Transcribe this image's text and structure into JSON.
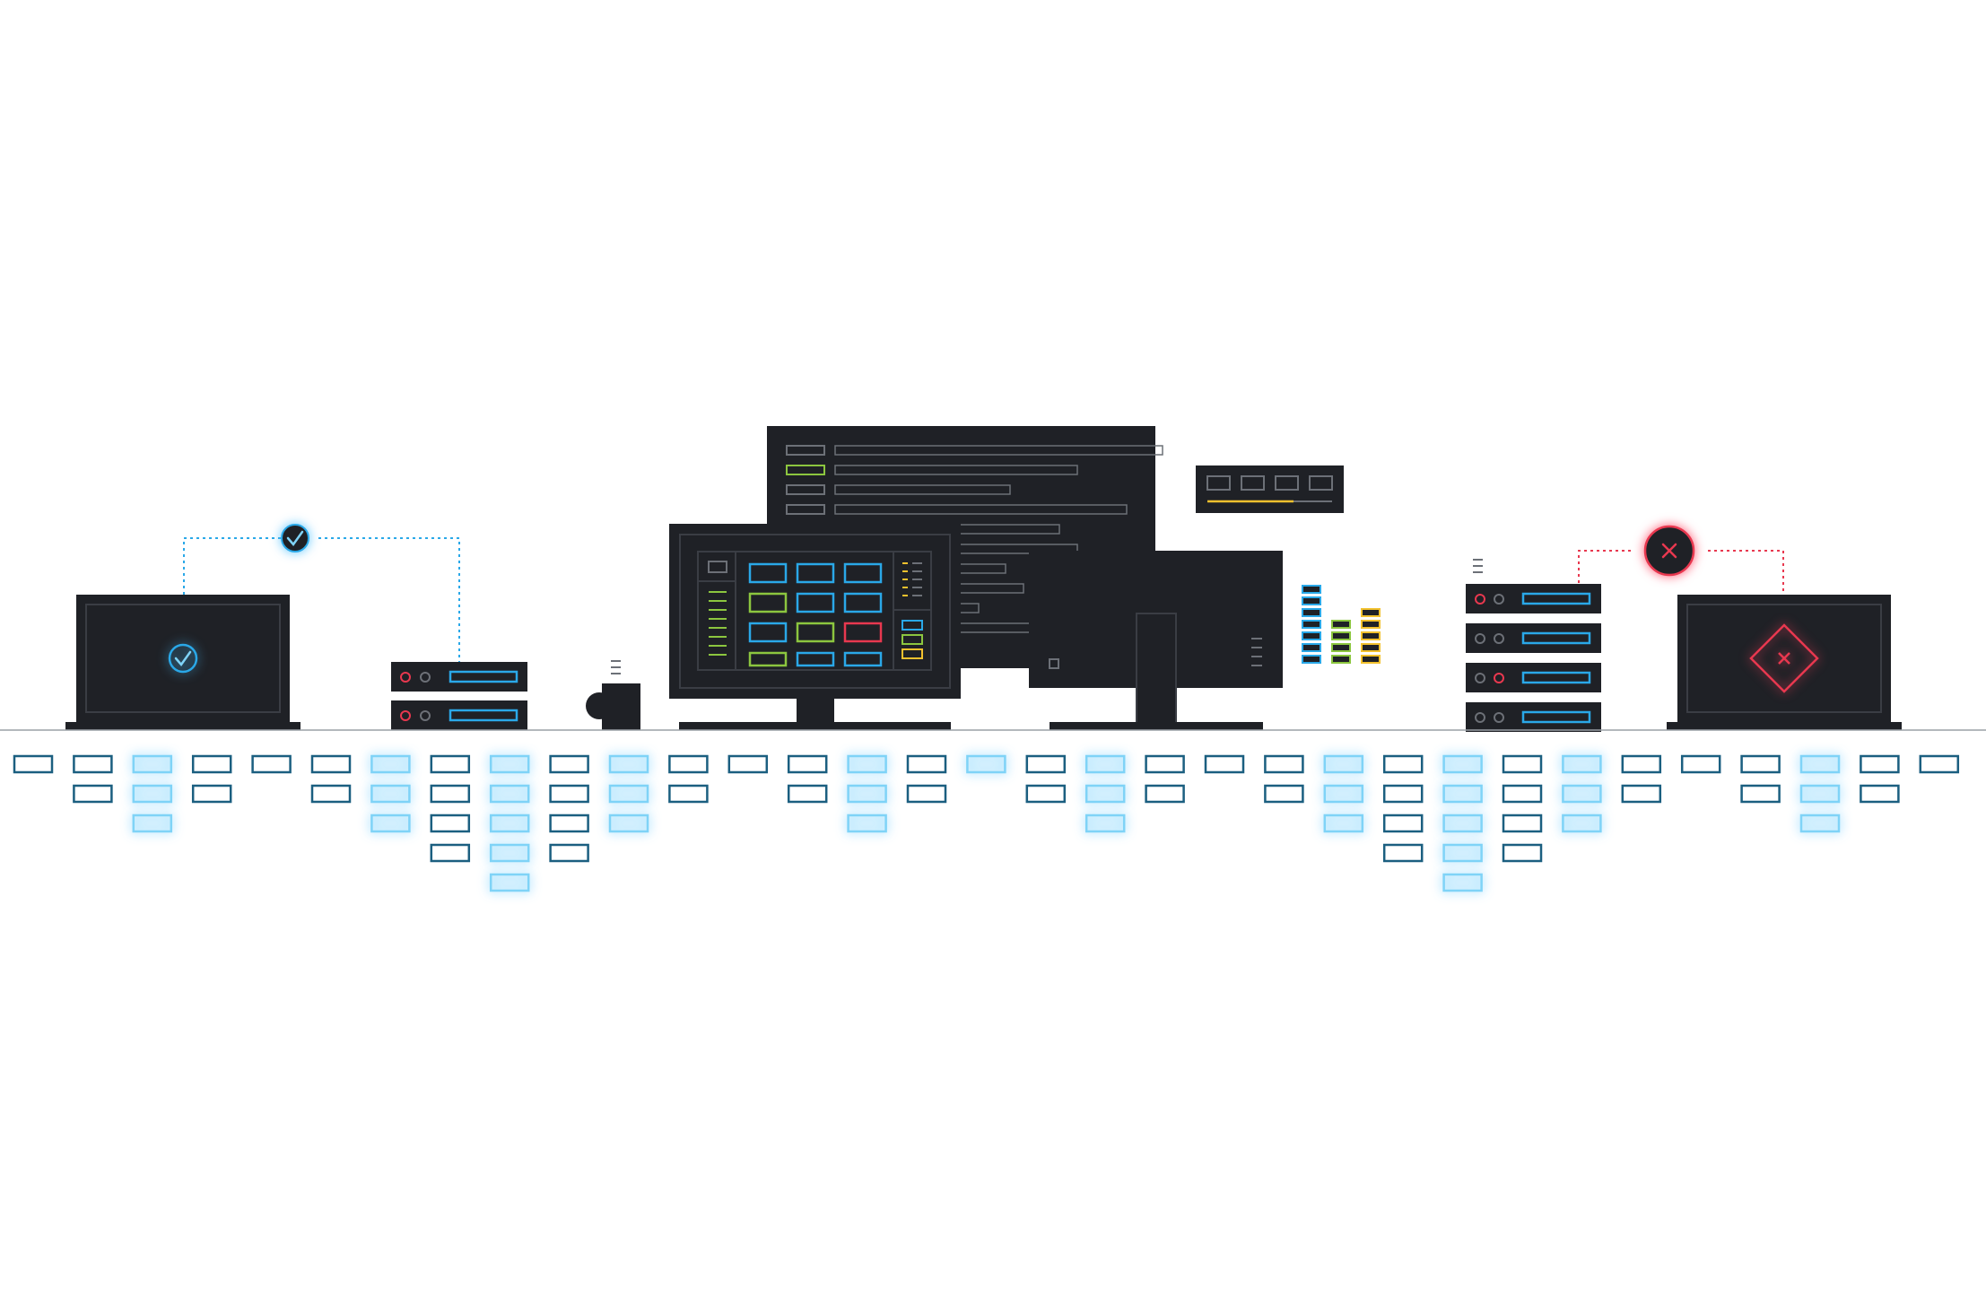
{
  "illustration": {
    "status_ok_icon": "checkmark-circle-icon",
    "status_error_icon": "x-circle-icon",
    "device_icons": [
      "laptop-icon",
      "server-icon",
      "monitor-icon",
      "desktop-monitor-icon",
      "network-switch-icon",
      "mug-icon"
    ]
  },
  "colors": {
    "background": "#ffffff",
    "device_body": "#1f2126",
    "device_edge": "#3a3d44",
    "blue": "#2aa8e8",
    "light_blue": "#7fd3f7",
    "dark_blue": "#1b5f80",
    "green": "#8cc63f",
    "yellow": "#f2c12e",
    "red": "#e8384f",
    "gray_line": "#9aa0a6"
  },
  "column_heights": [
    1,
    2,
    3,
    2,
    1,
    2,
    3,
    4,
    5,
    4,
    3,
    2,
    1,
    2,
    3,
    2,
    1,
    2,
    3,
    2,
    1,
    2,
    3,
    4,
    5,
    4,
    3,
    2,
    1,
    2,
    3,
    2,
    1
  ],
  "column_glow": [
    0,
    0,
    1,
    0,
    0,
    0,
    1,
    0,
    1,
    0,
    1,
    0,
    0,
    0,
    1,
    0,
    1,
    0,
    1,
    0,
    0,
    0,
    1,
    0,
    1,
    0,
    1,
    0,
    0,
    0,
    1,
    0,
    0
  ]
}
